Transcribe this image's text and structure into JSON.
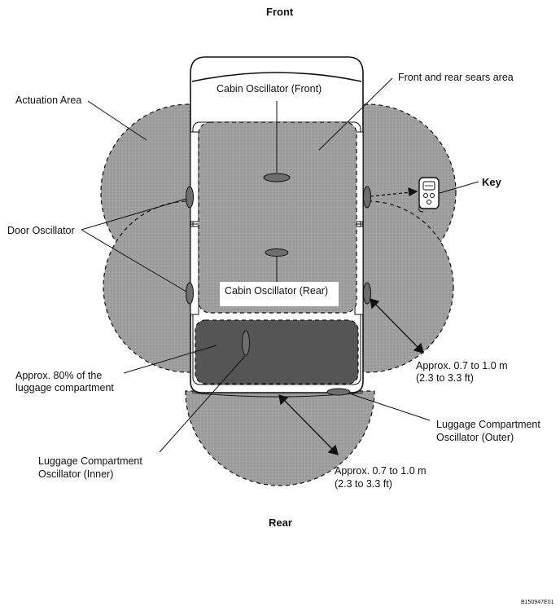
{
  "labels": {
    "front": "Front",
    "rear": "Rear",
    "actuation_area": "Actuation Area",
    "cabin_osc_front": "Cabin Oscillator (Front)",
    "front_rear_seats_area": "Front and rear sears area",
    "key": "Key",
    "door_oscillator": "Door Oscillator",
    "cabin_osc_rear": "Cabin Oscillator (Rear)",
    "luggage_pct_line1": "Approx. 80% of the",
    "luggage_pct_line2": "luggage compartment",
    "side_range_line1": "Approx. 0.7 to 1.0 m",
    "side_range_line2": "(2.3 to 3.3 ft)",
    "lugg_outer_line1": "Luggage Compartment",
    "lugg_outer_line2": "Oscillator (Outer)",
    "lugg_inner_line1": "Luggage Compartment",
    "lugg_inner_line2": "Oscillator (Inner)",
    "rear_range_line1": "Approx. 0.7 to 1.0 m",
    "rear_range_line2": "(2.3 to 3.3 ft)",
    "figure_code": "B150947E01"
  },
  "colors": {
    "area_fill": "#9a9a9a",
    "seat_area_fill": "#8a8a8a",
    "luggage_fill": "#555555",
    "oscillator_fill": "#6e6e6e",
    "outline": "#111111"
  }
}
